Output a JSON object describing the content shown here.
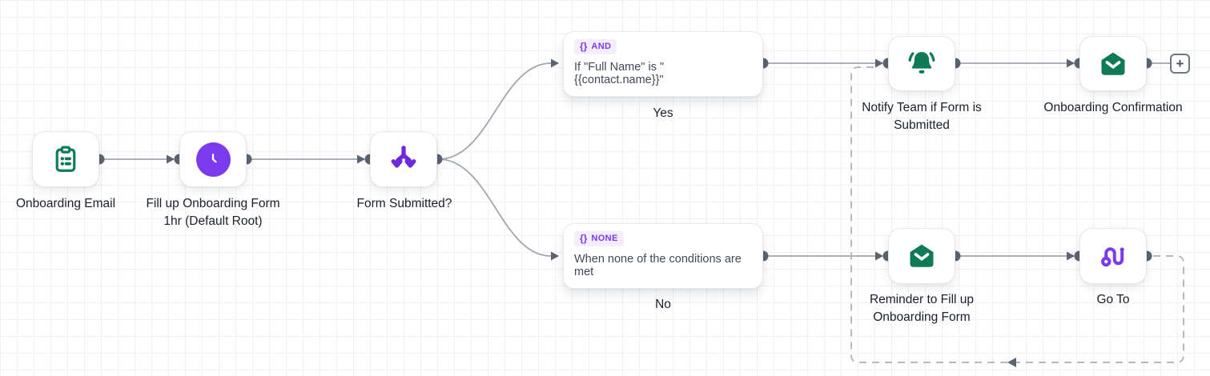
{
  "nodes": {
    "onboarding_email": {
      "label": "Onboarding Email"
    },
    "fill_form": {
      "label_line1": "Fill up Onboarding Form",
      "label_line2": "1hr (Default Root)"
    },
    "form_submitted": {
      "label": "Form Submitted?"
    },
    "condition_yes": {
      "badge_icon": "{}",
      "badge_text": "AND",
      "condition": "If \"Full Name\" is \"{{contact.name}}\"",
      "branch_label": "Yes"
    },
    "condition_none": {
      "badge_icon": "{}",
      "badge_text": "NONE",
      "condition": "When none of the conditions are met",
      "branch_label": "No"
    },
    "notify_team": {
      "label_line1": "Notify Team if Form is",
      "label_line2": "Submitted"
    },
    "onboarding_confirmation": {
      "label": "Onboarding Confirmation"
    },
    "reminder": {
      "label_line1": "Reminder to Fill up",
      "label_line2": "Onboarding Form"
    },
    "go_to": {
      "label": "Go To"
    }
  },
  "controls": {
    "add_step_label": "+"
  },
  "colors": {
    "accent_purple": "#7c3aed",
    "icon_green": "#0e7a56",
    "connector_line": "#a0a6ae",
    "connector_dot": "#5b6472",
    "dashed_loop": "#b3b9c2",
    "badge_bg": "#f3eefe",
    "badge_text": "#7c3aed"
  }
}
